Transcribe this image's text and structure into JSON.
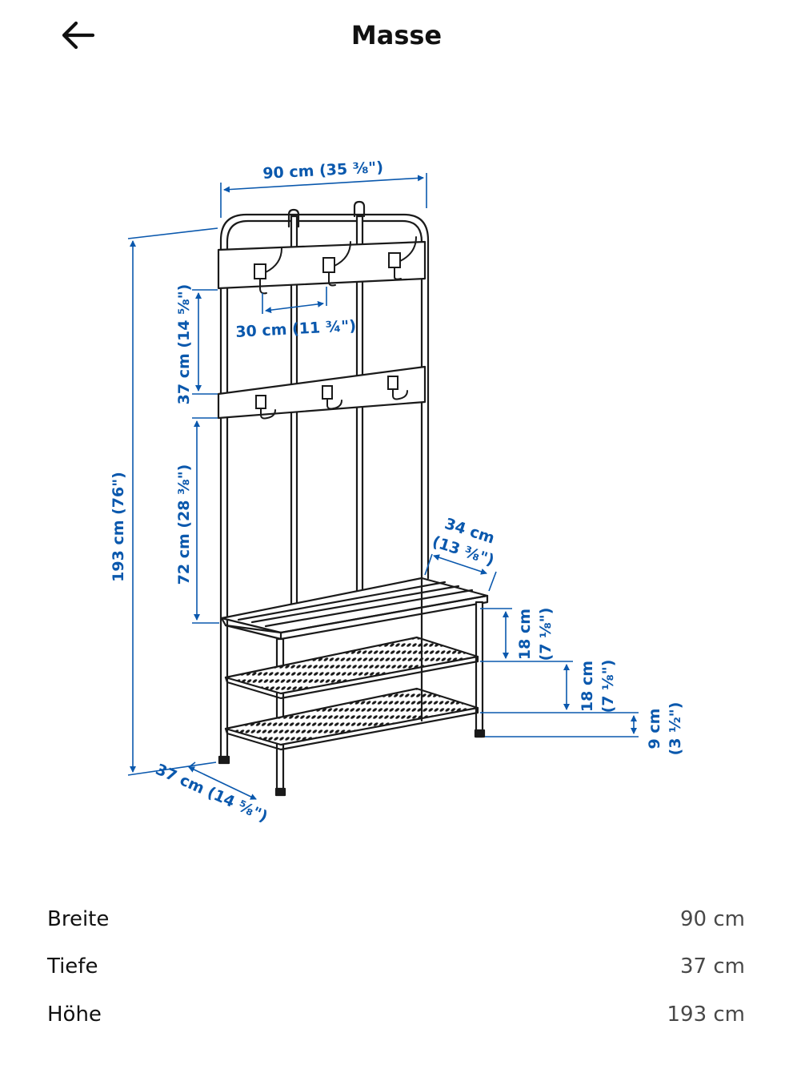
{
  "header": {
    "title": "Masse",
    "back_icon": "arrow-left-icon"
  },
  "diagram": {
    "labels": {
      "width": "90 cm (35 ⅜\")",
      "hook_spacing": "30 cm (11 ¾\")",
      "top_rail_gap": "37 cm (14 ⅝\")",
      "seat_to_rail": "72 cm (28 ⅜\")",
      "total_height": "193 cm (76\")",
      "seat_depth_cm": "34 cm",
      "seat_depth_in": "(13 ⅜\")",
      "shelf_gap1_cm": "18 cm",
      "shelf_gap1_in": "(7 ⅛\")",
      "shelf_gap2_cm": "18 cm",
      "shelf_gap2_in": "(7 ⅛\")",
      "floor_gap_cm": "9 cm",
      "floor_gap_in": "(3 ½\")",
      "depth": "37 cm (14 ⅝\")"
    },
    "colors": {
      "dimension": "#0a58ad",
      "drawing": "#1a1a1a"
    }
  },
  "specs": [
    {
      "label": "Breite",
      "value": "90 cm"
    },
    {
      "label": "Tiefe",
      "value": "37 cm"
    },
    {
      "label": "Höhe",
      "value": "193 cm"
    }
  ]
}
